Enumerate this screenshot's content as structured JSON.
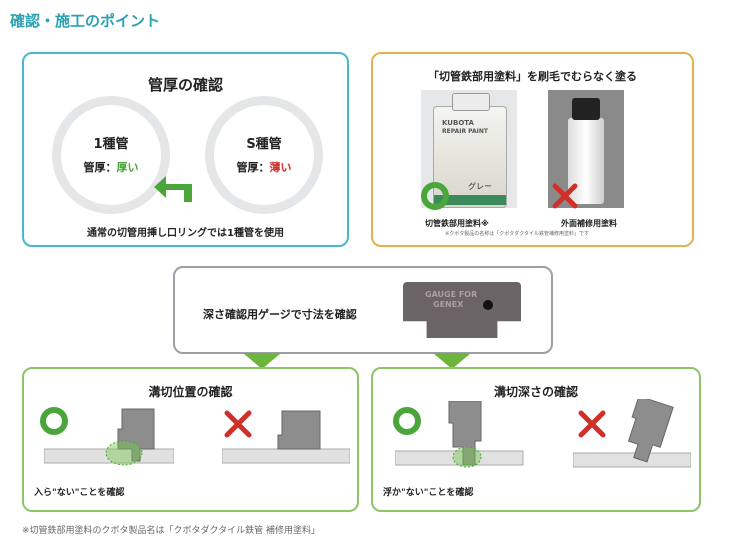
{
  "title": "確認・施工のポイント",
  "thickness": {
    "heading": "管厚の確認",
    "type1": {
      "name": "1種管",
      "label": "管厚：",
      "value": "厚い"
    },
    "typeS": {
      "name": "S種管",
      "label": "管厚：",
      "value": "薄い"
    },
    "caption": "通常の切管用挿し口リングでは1種管を使用"
  },
  "paint": {
    "heading": "「切管鉄部用塗料」を刷毛でむらなく塗る",
    "can_text": [
      "KUBOTA",
      "REPAIR PAINT",
      "グレー"
    ],
    "ok_caption": "切管鉄部用塗料※",
    "ok_subcaption": "※クボタ製品の名称は「クボタダクタイル鉄管補修用塗料」です",
    "ng_caption": "外面補修用塗料"
  },
  "gauge": {
    "caption": "深さ確認用ゲージで寸法を確認",
    "gauge_text": [
      "GAUGE FOR",
      "GENEX"
    ]
  },
  "groove_position": {
    "heading": "溝切位置の確認",
    "caption": "入ら\"ない\"ことを確認"
  },
  "groove_depth": {
    "heading": "溝切深さの確認",
    "caption": "浮か\"ない\"ことを確認"
  },
  "footnote": "※切管鉄部用塗料のクボタ製品名は「クボタダクタイル鉄管 補修用塗料」",
  "colors": {
    "accent": "#2aa2b2",
    "ok": "#4aa63a",
    "ng": "#d0302a",
    "thick": "#4aa63a",
    "thin": "#d0302a"
  }
}
